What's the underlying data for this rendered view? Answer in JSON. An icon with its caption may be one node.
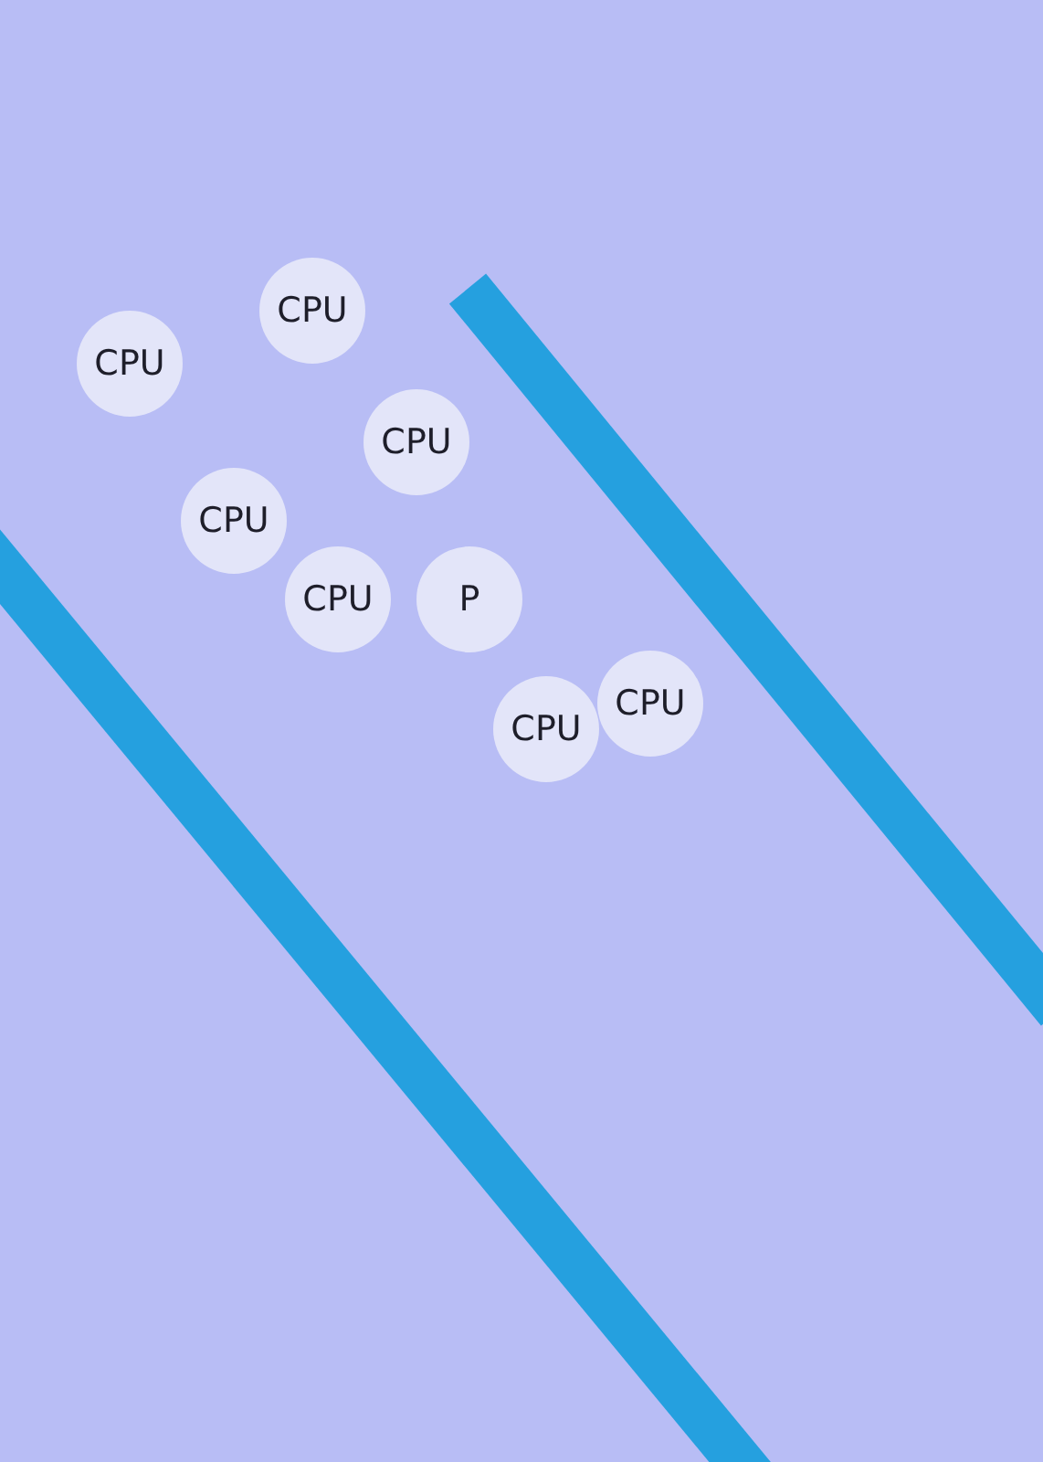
{
  "diagram": {
    "nodes": [
      {
        "text": [
          "CPU"
        ]
      },
      {
        "text": [
          "CPU"
        ]
      },
      {
        "text": [
          "CPU"
        ]
      },
      {
        "text": [
          "CPU"
        ]
      },
      {
        "text": [
          "CPU"
        ]
      },
      {
        "text": [
          "P"
        ]
      },
      {
        "text": [
          "CPU"
        ]
      },
      {
        "text": [
          "CPU"
        ]
      }
    ]
  }
}
